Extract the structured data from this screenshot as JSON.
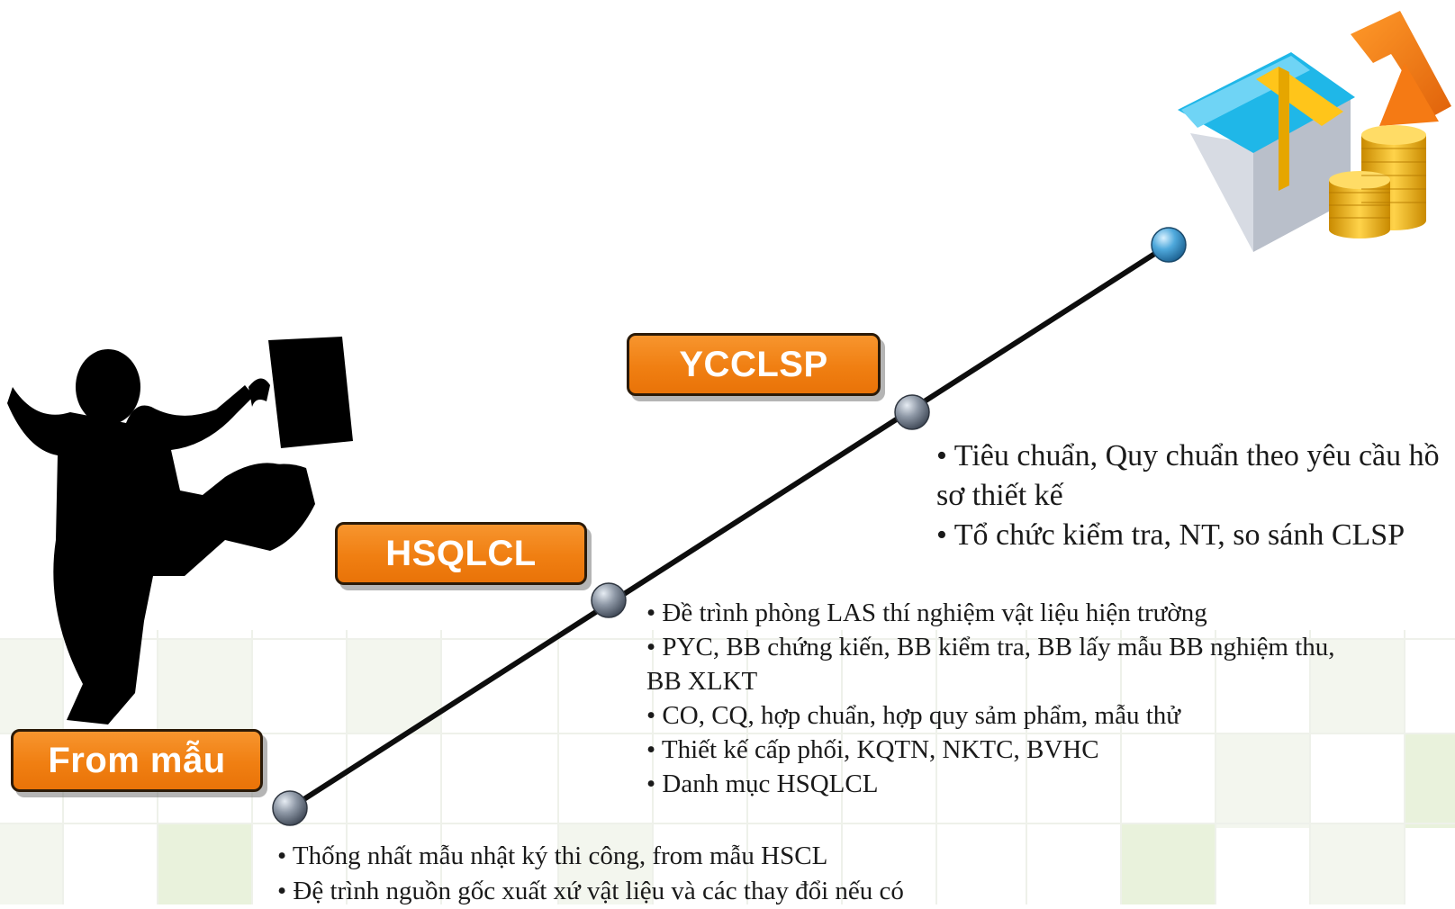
{
  "stages": [
    {
      "label": "From mẫu",
      "notes": [
        "• Thống nhất mẫu nhật ký thi công, from mẫu HSCL",
        "• Đệ trình nguồn gốc xuất xứ vật liệu và các thay đổi nếu có"
      ]
    },
    {
      "label": "HSQLCL",
      "notes": [
        "•  Đề trình phòng LAS thí nghiệm vật liệu hiện trường",
        "•  PYC, BB chứng kiến, BB kiểm tra, BB lấy mẫu BB nghiệm thu, BB XLKT",
        "• CO, CQ, hợp chuẩn, hợp quy sảm phẩm, mẫu thử",
        "• Thiết kế cấp phối, KQTN, NKTC, BVHC",
        "• Danh mục HSQLCL"
      ]
    },
    {
      "label": "YCCLSP",
      "notes": [
        "• Tiêu chuẩn, Quy chuẩn theo yêu cầu hồ sơ thiết kế",
        "• Tổ chức kiểm tra, NT, so sánh CLSP"
      ]
    }
  ],
  "colors": {
    "label_fill": "#f08a1e",
    "label_border": "#2a1a08",
    "label_text": "#ffffff",
    "line": "#0d0d0d",
    "node": "#8a93a0",
    "node_top": "#5aa8d6",
    "grid_tint": "#eef4e4"
  },
  "icons": {
    "climber": "silhouette-climber-icon",
    "goal": "money-stack-icon"
  }
}
